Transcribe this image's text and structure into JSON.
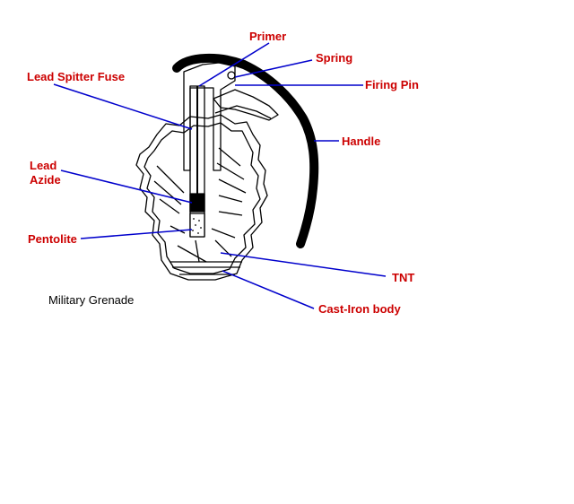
{
  "caption": "Military Grenade",
  "labels": {
    "primer": "Primer",
    "spring": "Spring",
    "firing_pin": "Firing Pin",
    "lead_spitter_fuse": "Lead Spitter Fuse",
    "handle": "Handle",
    "lead_azide_line1": "Lead",
    "lead_azide_line2": "Azide",
    "pentolite": "Pentolite",
    "tnt": "TNT",
    "cast_iron_body": "Cast-Iron body"
  },
  "colors": {
    "label": "#cc0000",
    "leader_line": "#0000cc",
    "outline": "#000000",
    "background": "#ffffff"
  }
}
